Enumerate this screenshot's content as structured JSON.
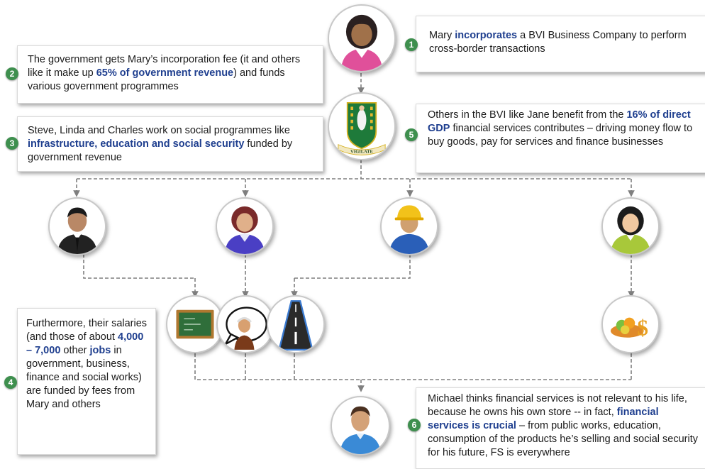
{
  "steps": [
    {
      "num": "1",
      "parts": [
        {
          "t": "Mary "
        },
        {
          "t": "incorporates",
          "em": true
        },
        {
          "t": " a BVI Business Company to perform cross-border transactions"
        }
      ]
    },
    {
      "num": "2",
      "parts": [
        {
          "t": "The government gets Mary’s incorporation fee (it and others like it make up "
        },
        {
          "t": "65% of government revenue",
          "em": true
        },
        {
          "t": ") and funds various government programmes"
        }
      ]
    },
    {
      "num": "3",
      "parts": [
        {
          "t": "Steve, Linda and Charles work on social programmes like "
        },
        {
          "t": "infrastructure,  education and social security",
          "em": true
        },
        {
          "t": " funded by government revenue"
        }
      ]
    },
    {
      "num": "4",
      "parts": [
        {
          "t": "Furthermore, their salaries (and those of about "
        },
        {
          "t": "4,000 – 7,000",
          "em": true
        },
        {
          "t": " other "
        },
        {
          "t": "jobs",
          "em": true
        },
        {
          "t": " in government, business, finance and social works) are funded by fees from Mary and others"
        }
      ]
    },
    {
      "num": "5",
      "parts": [
        {
          "t": "Others in the BVI like Jane benefit from the "
        },
        {
          "t": "16% of direct GDP",
          "em": true
        },
        {
          "t": " financial services contributes – driving money flow to buy goods, pay for services and finance businesses"
        }
      ]
    },
    {
      "num": "6",
      "parts": [
        {
          "t": "Michael thinks financial services is not relevant to his life, because he owns his own store -- in fact, "
        },
        {
          "t": "financial services is crucial",
          "em": true
        },
        {
          "t": " – from public works, education, consumption of the products he’s selling and social security for his future, FS is everywhere"
        }
      ]
    }
  ],
  "emblem_motto": "VIGILATE",
  "colors": {
    "accent": "#1f3f8f",
    "badge": "#3e8f4e",
    "connector": "#7f7f7f"
  }
}
